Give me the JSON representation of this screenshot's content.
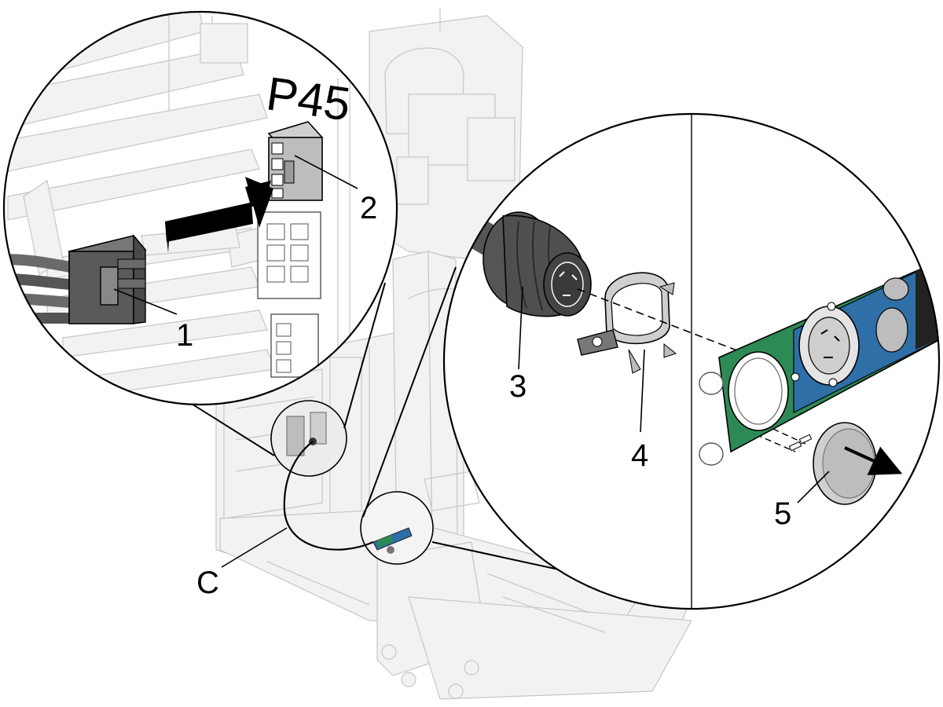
{
  "diagram": {
    "connector_label": "P45",
    "callouts": {
      "c1": "1",
      "c2": "2",
      "c3": "3",
      "c4": "4",
      "c5": "5",
      "cC": "C"
    },
    "colors": {
      "panel_green": "#2e8a55",
      "panel_blue": "#2f6fa8",
      "connector_gray": "#5a5a5a",
      "arrow": "#000000"
    }
  }
}
